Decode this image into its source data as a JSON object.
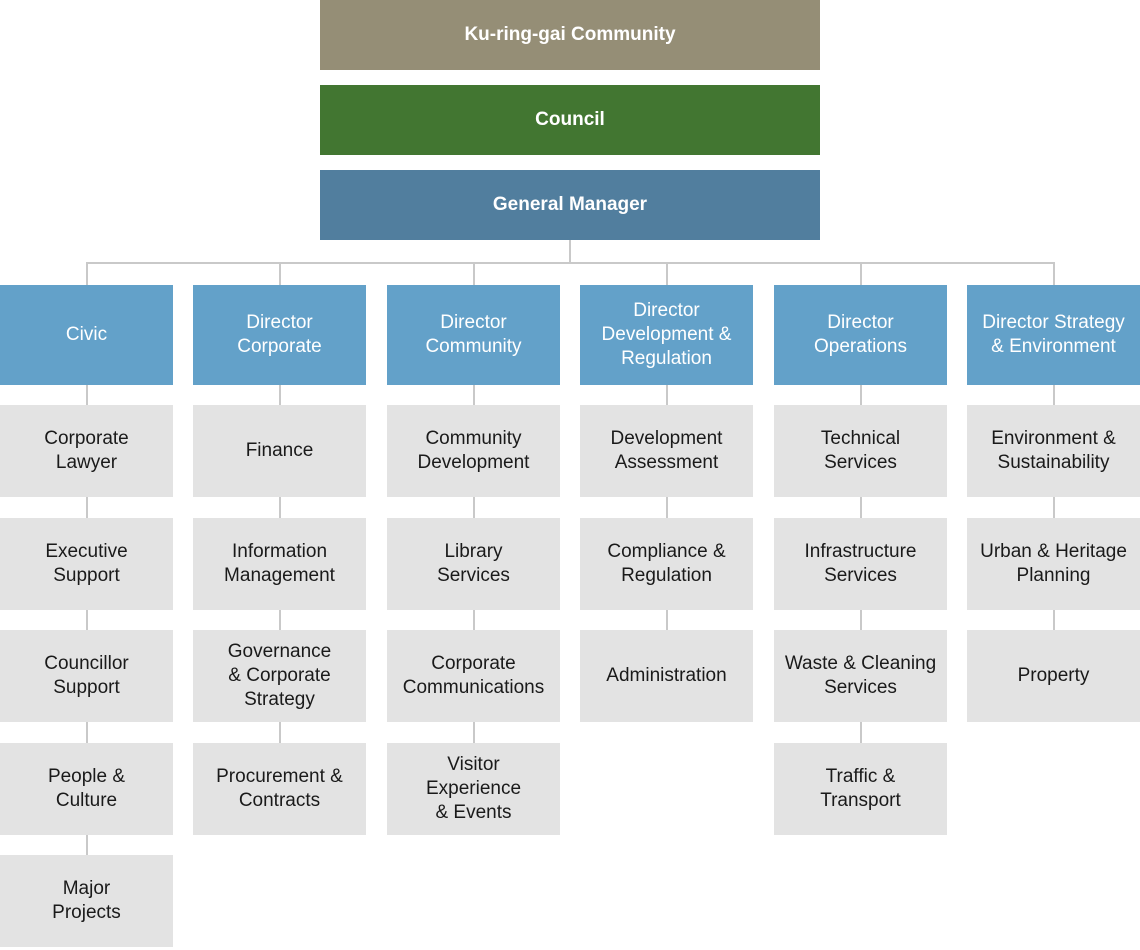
{
  "top": {
    "community": "Ku-ring-gai Community",
    "council": "Council",
    "general_manager": "General Manager"
  },
  "colors": {
    "community": "#958e76",
    "council": "#427631",
    "general_manager": "#517e9e",
    "director": "#63a1c9",
    "unit": "#e3e3e3",
    "connector": "#c9c9c9"
  },
  "columns": [
    {
      "head": "Civic",
      "units": [
        "Corporate\nLawyer",
        "Executive\nSupport",
        "Councillor\nSupport",
        "People &\nCulture",
        "Major\nProjects"
      ]
    },
    {
      "head": "Director\nCorporate",
      "units": [
        "Finance",
        "Information\nManagement",
        "Governance\n& Corporate\nStrategy",
        "Procurement &\nContracts"
      ]
    },
    {
      "head": "Director\nCommunity",
      "units": [
        "Community\nDevelopment",
        "Library\nServices",
        "Corporate\nCommunications",
        "Visitor\nExperience\n& Events"
      ]
    },
    {
      "head": "Director\nDevelopment &\nRegulation",
      "units": [
        "Development\nAssessment",
        "Compliance &\nRegulation",
        "Administration"
      ]
    },
    {
      "head": "Director\nOperations",
      "units": [
        "Technical\nServices",
        "Infrastructure\nServices",
        "Waste & Cleaning\nServices",
        "Traffic &\nTransport"
      ]
    },
    {
      "head": "Director Strategy\n& Environment",
      "units": [
        "Environment &\nSustainability",
        "Urban & Heritage\nPlanning",
        "Property"
      ]
    }
  ]
}
